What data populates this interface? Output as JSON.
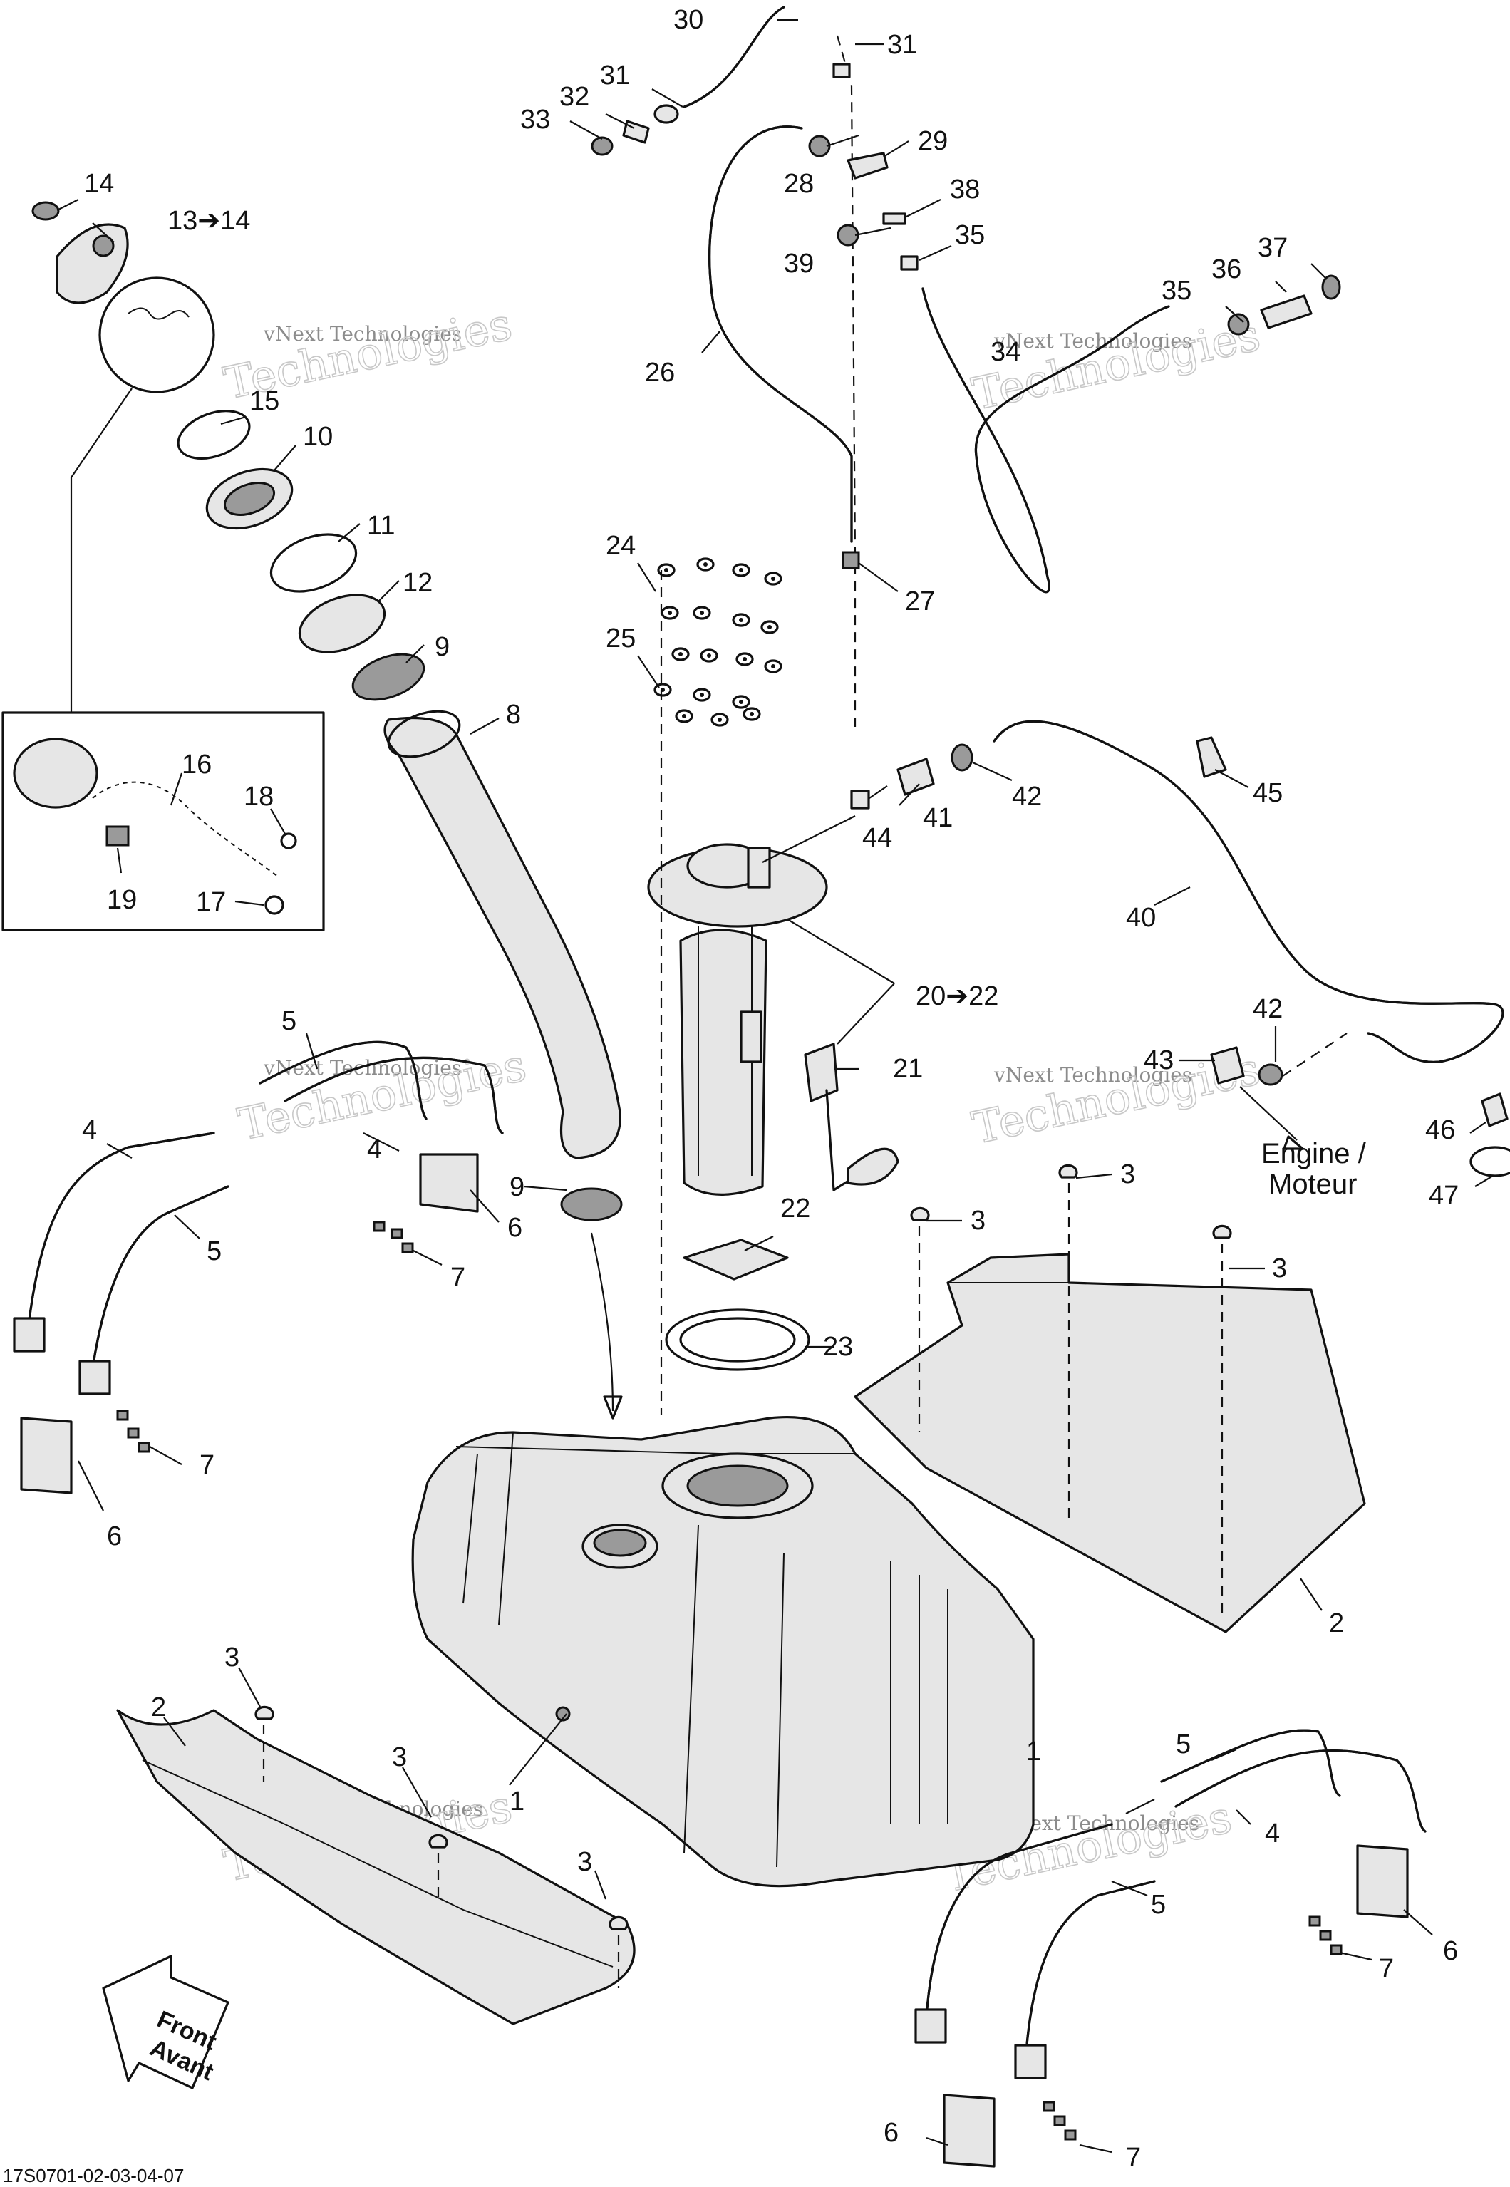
{
  "callouts": {
    "c1a": "1",
    "c1b": "1",
    "c2a": "2",
    "c2b": "2",
    "c3a": "3",
    "c3b": "3",
    "c3c": "3",
    "c3d": "3",
    "c3e": "3",
    "c3f": "3",
    "c4a": "4",
    "c4b": "4",
    "c4c": "4",
    "c5a": "5",
    "c5b": "5",
    "c5c": "5",
    "c5d": "5",
    "c6a": "6",
    "c6b": "6",
    "c6c": "6",
    "c6d": "6",
    "c7a": "7",
    "c7b": "7",
    "c7c": "7",
    "c7d": "7",
    "c8": "8",
    "c9a": "9",
    "c9b": "9",
    "c10": "10",
    "c11": "11",
    "c12": "12",
    "c13": "13➔14",
    "c14": "14",
    "c15": "15",
    "c16": "16",
    "c17": "17",
    "c18": "18",
    "c19": "19",
    "c20": "20➔22",
    "c21": "21",
    "c22": "22",
    "c23": "23",
    "c24": "24",
    "c25": "25",
    "c26": "26",
    "c27": "27",
    "c28": "28",
    "c29": "29",
    "c30": "30",
    "c31a": "31",
    "c31b": "31",
    "c32": "32",
    "c33": "33",
    "c34": "34",
    "c35a": "35",
    "c35b": "35",
    "c36": "36",
    "c37": "37",
    "c38": "38",
    "c39": "39",
    "c40": "40",
    "c41": "41",
    "c42a": "42",
    "c42b": "42",
    "c43": "43",
    "c44": "44",
    "c45": "45",
    "c46": "46",
    "c47": "47"
  },
  "engine_label": {
    "line1": "Engine /",
    "line2": "Moteur"
  },
  "front_arrow": {
    "line1": "Front",
    "line2": "Avant"
  },
  "watermark": {
    "line1": "vNext Technologies",
    "line2": "Technologies"
  },
  "reference_code": "17S0701-02-03-04-07"
}
